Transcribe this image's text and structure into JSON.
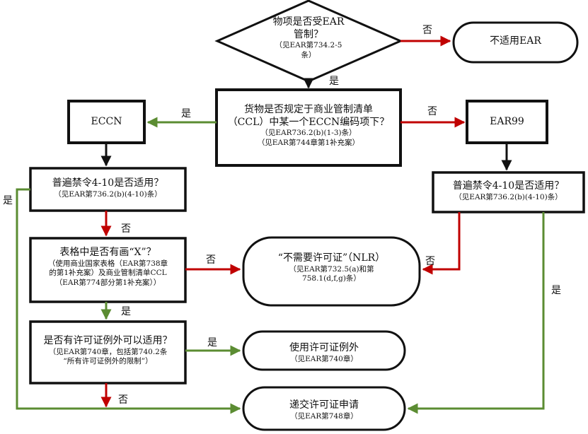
{
  "nodes": {
    "ear_question": {
      "main": "物项是否受EAR\n管制？",
      "sub": "（见EAR第734.2-5\n条）"
    },
    "not_ear": {
      "main": "不适用EAR"
    },
    "ccl_question": {
      "main": "货物是否规定于商业管制清单\n（CCL）中某一个ECCN编码项下？",
      "sub": "（见EAR736.2(b)(1-3)条）\n（见EAR第744章第1补充案）"
    },
    "eccn": {
      "main": "ECCN"
    },
    "ear99": {
      "main": "EAR99"
    },
    "gp_left": {
      "main": "普遍禁令4-10是否适用？",
      "sub": "（见EAR第736.2(b)(4-10)条）"
    },
    "gp_right": {
      "main": "普遍禁令4-10是否适用？",
      "sub": "（见EAR第736.2(b)(4-10)条）"
    },
    "x_table": {
      "main": "表格中是否有画“X”？",
      "sub": "（使用商业国家表格（EAR第738章\n的第1补充案）及商业管制清单CCL\n（EAR第774部分第1补充案））"
    },
    "nlr": {
      "main": "“不需要许可证”（NLR）",
      "sub": "（见EAR第732.5(a)和第\n758.1(d,f,g)条）"
    },
    "exception_question": {
      "main": "是否有许可证例外可以适用？",
      "sub": "（见EAR第740章，包括第740.2条\n“所有许可证例外的限制”）"
    },
    "use_exception": {
      "main": "使用许可证例外",
      "sub": "（见EAR第740章）"
    },
    "submit": {
      "main": "递交许可证申请",
      "sub": "（见EAR第748章）"
    }
  },
  "edge_labels": {
    "ear_no": "否",
    "ear_yes": "是",
    "ccl_yes": "是",
    "ccl_no": "否",
    "gp_left_yes": "是",
    "gp_left_no": "否",
    "x_no": "否",
    "x_yes": "是",
    "gp_right_no": "否",
    "gp_right_yes": "是",
    "exc_yes": "是",
    "exc_no": "否"
  },
  "colors": {
    "yes": "#5b8c32",
    "no": "#c00000",
    "neutral": "#111111"
  }
}
